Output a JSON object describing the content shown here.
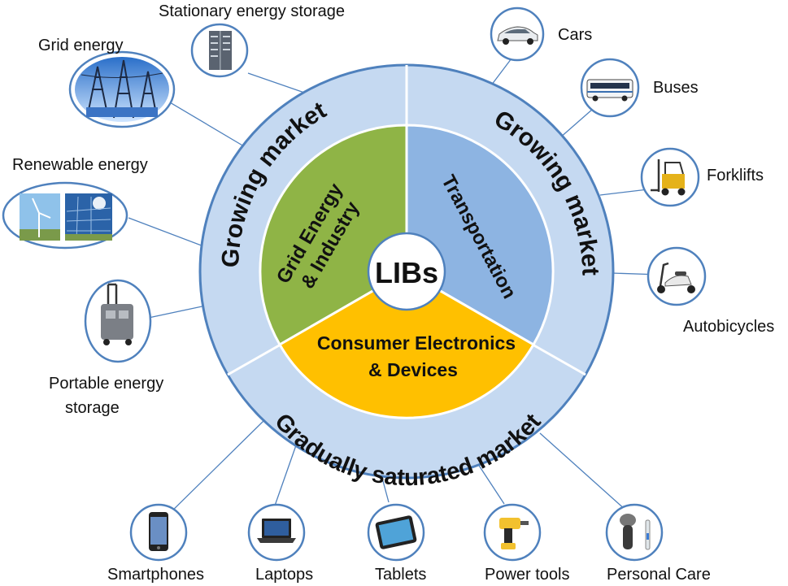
{
  "center": {
    "label": "LIBs"
  },
  "sectors": {
    "grid": {
      "line1": "Grid Energy",
      "line2": "& Industry",
      "color": "#8fb446"
    },
    "transport": {
      "label": "Transportation",
      "color": "#8db4e2"
    },
    "consumer": {
      "line1": "Consumer Electronics",
      "line2": "& Devices",
      "color": "#ffc000"
    }
  },
  "ring": {
    "color": "#c5d9f1",
    "border_color": "#4f81bd",
    "left_label": "Growing market",
    "right_label": "Growing market",
    "bottom_label": "Gradually saturated market"
  },
  "applications": {
    "stationary": "Stationary energy storage",
    "grid_energy": "Grid energy",
    "renewable": "Renewable energy",
    "portable_line1": "Portable energy",
    "portable_line2": "storage",
    "cars": "Cars",
    "buses": "Buses",
    "forklifts": "Forklifts",
    "autobicycles": "Autobicycles",
    "smartphones": "Smartphones",
    "laptops": "Laptops",
    "tablets": "Tablets",
    "power_tools": "Power tools",
    "personal_care": "Personal Care"
  },
  "icons": {
    "stationary": "server-rack-icon",
    "grid_energy": "power-tower-icon",
    "renewable": "wind-solar-icon",
    "portable": "rolling-battery-icon",
    "cars": "car-icon",
    "buses": "bus-icon",
    "forklifts": "forklift-icon",
    "autobicycles": "scooter-icon",
    "smartphones": "smartphone-icon",
    "laptops": "laptop-icon",
    "tablets": "tablet-icon",
    "power_tools": "drill-icon",
    "personal_care": "shaver-icon"
  }
}
